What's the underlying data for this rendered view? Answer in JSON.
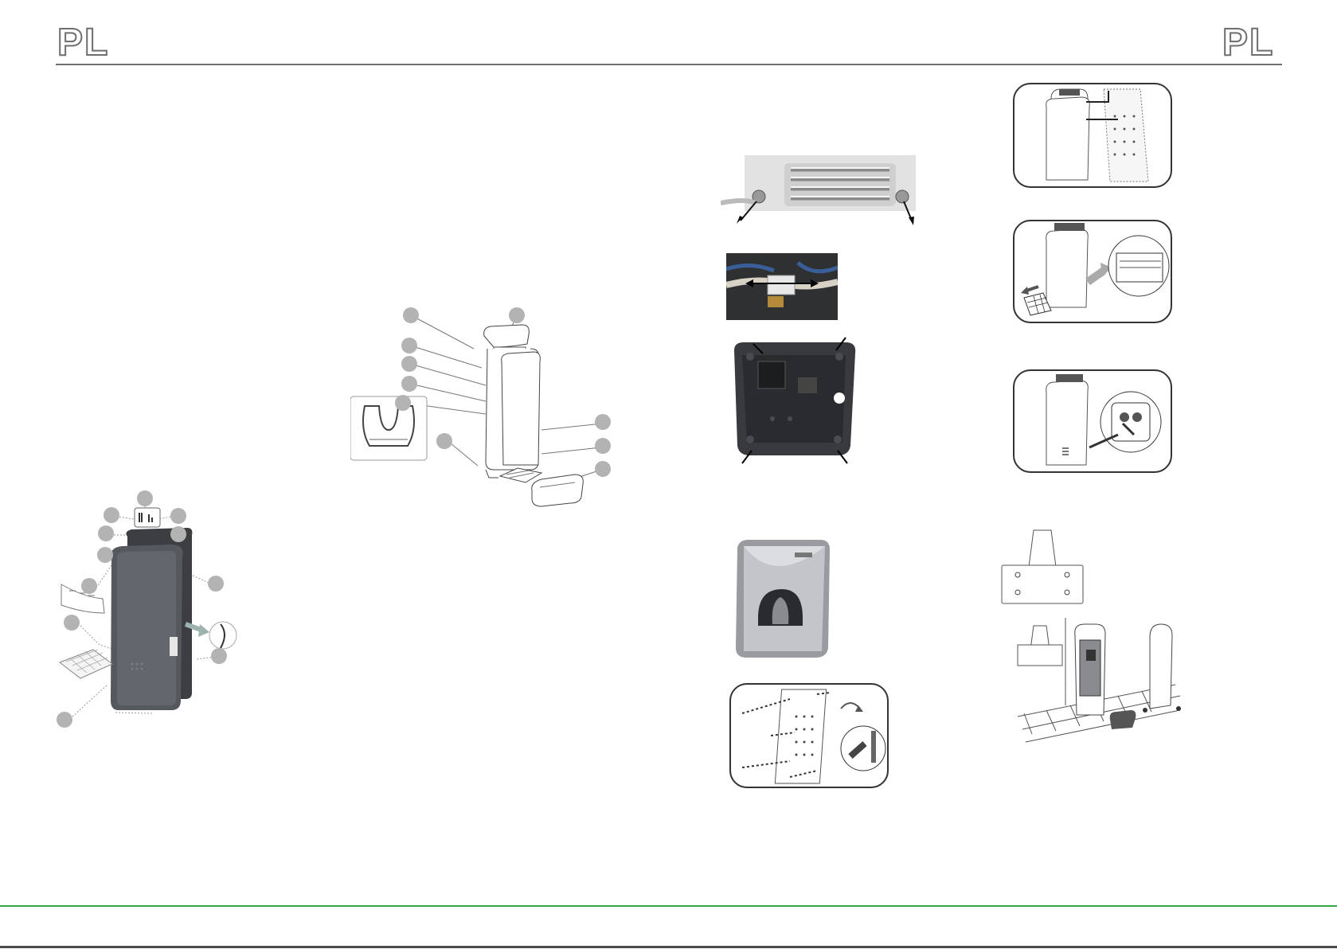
{
  "page": {
    "header_left": "PL",
    "header_right": "PL"
  },
  "colors": {
    "rule": "#6e6e6e",
    "footer_accent": "#3ba34a",
    "callout": "#b3b3b3",
    "device_dark": "#4a4c50"
  },
  "figures": {
    "dryer_front_view": {
      "icon": "hand-dryer-dark-illustration"
    },
    "exploded_view": {
      "icon": "hand-dryer-line-drawing"
    },
    "vent_photo": {
      "icon": "vent-grille-photo"
    },
    "connector_photo": {
      "icon": "wire-connector-photo"
    },
    "housing_back_photo": {
      "icon": "housing-back-photo"
    },
    "chrome_dryer_photo": {
      "icon": "chrome-hand-dryer-photo"
    },
    "wall_mount_panel": {
      "icon": "wall-drill-panel"
    },
    "step_mount_plate": {
      "icon": "mount-plate-panel"
    },
    "step_remove_filter": {
      "icon": "filter-removal-panel"
    },
    "step_plug_in": {
      "icon": "power-plug-panel"
    },
    "bracket": {
      "icon": "wall-bracket-drawing"
    },
    "install_scene": {
      "icon": "install-scene-drawing"
    }
  }
}
